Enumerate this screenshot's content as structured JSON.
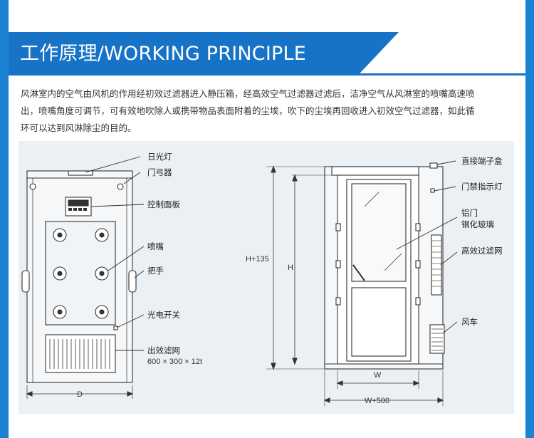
{
  "header": {
    "title": "工作原理/WORKING PRINCIPLE"
  },
  "description": {
    "lines": [
      "风淋室内的空气由风机的作用经初效过滤器进入静压箱，经高效空气过滤器过滤后，洁净空气从风淋室的喷嘴高速喷",
      "出，喷嘴角度可调节，可有效地吹除人或携带物品表面附着的尘埃，吹下的尘埃再回收进入初效空气过滤器，如此循",
      "环可以达到风淋除尘的目的。"
    ]
  },
  "front_view": {
    "labels": {
      "daylight_lamp": "日光灯",
      "door_lock": "门弓器",
      "control_panel": "控制面板",
      "nozzle": "喷嘴",
      "handle": "把手",
      "photo_switch": "光电开关",
      "outlet_filter": "出效滤网",
      "outlet_filter_size": "600 × 300 × 12t"
    },
    "dimension_width": "D"
  },
  "side_view": {
    "labels": {
      "junction_box": "直接端子盒",
      "access_indicator": "门禁指示灯",
      "door_material_1": "铝门",
      "door_material_2": "钢化玻璃",
      "hepa_filter": "高效过滤网",
      "fan": "风车"
    },
    "dimension_total_height": "H+135",
    "dimension_height": "H",
    "dimension_width": "W",
    "dimension_total_width": "W+500"
  },
  "colors": {
    "background": "#1c83d4",
    "title_bar": "#1673c6",
    "drawing_panel": "#eaf0f4",
    "line": "#333333"
  }
}
